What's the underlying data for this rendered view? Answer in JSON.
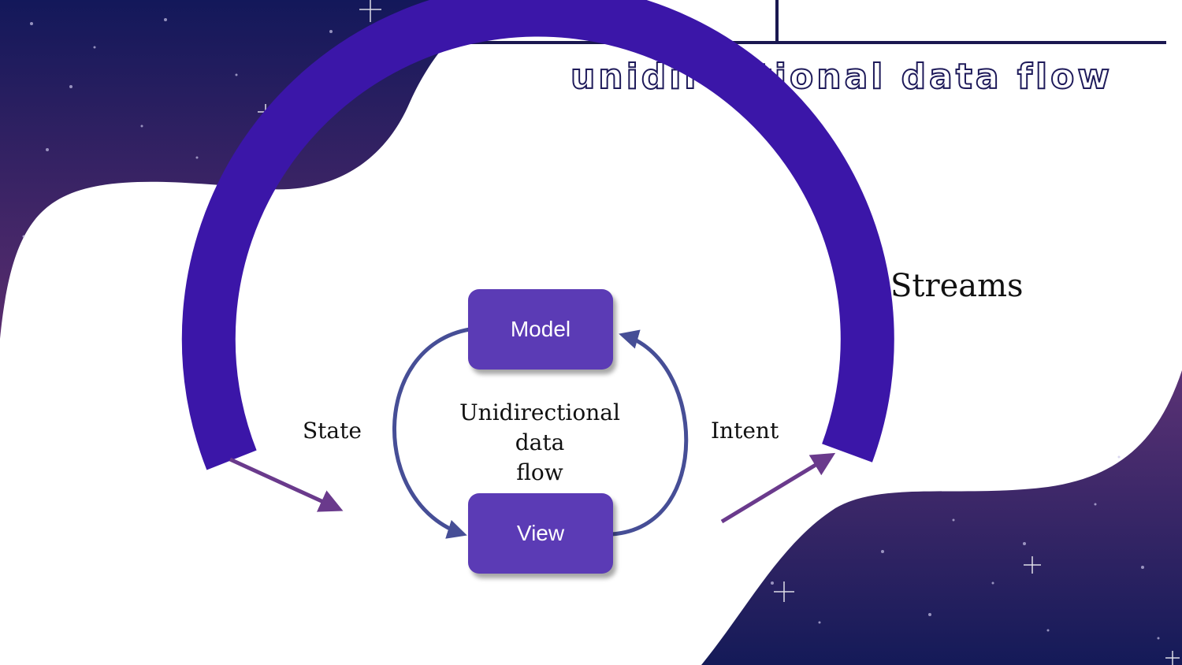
{
  "slide": {
    "title": "Unidirectional Data Flow"
  },
  "diagram": {
    "nodes": {
      "model": "Model",
      "view": "View"
    },
    "center_label": [
      "Unidirectional",
      "data",
      "flow"
    ],
    "edge_labels": {
      "state": "State",
      "intent": "Intent"
    },
    "outer_arc_label": "Streams"
  },
  "colors": {
    "arc": "#3b16a8",
    "node": "#5b3bb5",
    "cycle_arrow": "#464e96",
    "side_arrow": "#6a3a8c",
    "night_sky": "#1a1850"
  }
}
